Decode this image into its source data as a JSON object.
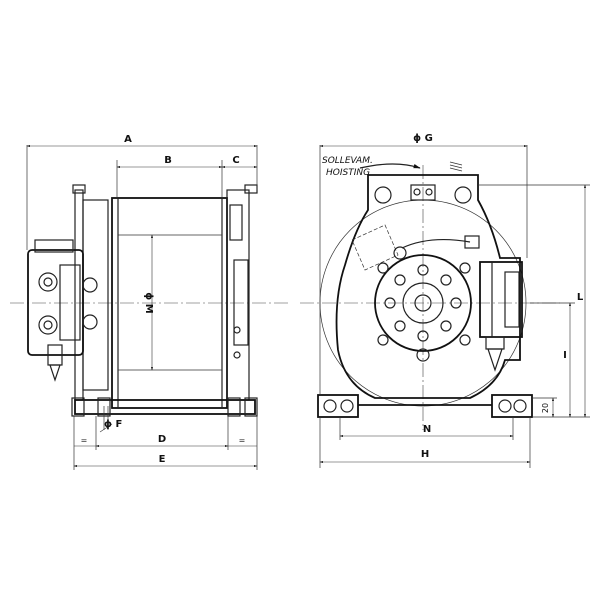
{
  "dimensions": {
    "A": "A",
    "B": "B",
    "C": "C",
    "D": "D",
    "E": "E",
    "F": "ϕ F",
    "G": "ϕ G",
    "H": "H",
    "I": "I",
    "L": "L",
    "M": "ϕ M",
    "N": "N",
    "twenty": "20",
    "eq_left": "=",
    "eq_right": "="
  },
  "rotation": {
    "line1": "SOLLEVAM.",
    "line2": "HOISTING"
  }
}
